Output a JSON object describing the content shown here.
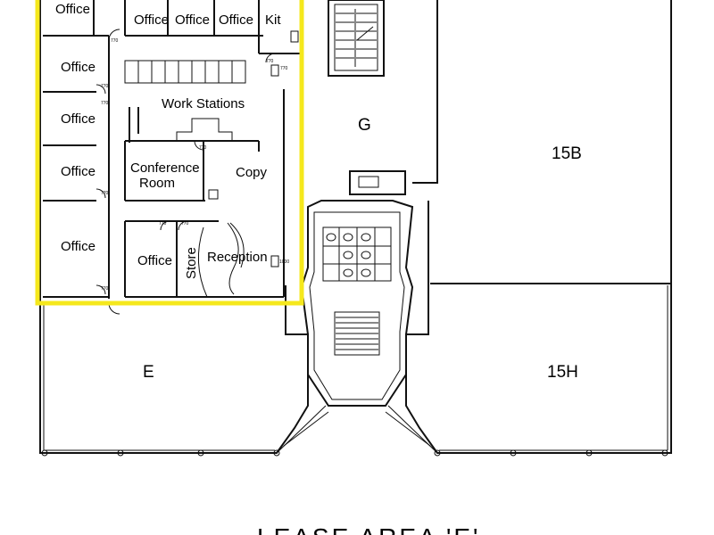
{
  "plan": {
    "rooms": {
      "office_tl": "Office",
      "office_1": "Office",
      "office_2": "Office",
      "office_3": "Office",
      "kit": "Kit",
      "office_l1": "Office",
      "office_l2": "Office",
      "office_l3": "Office",
      "office_l4": "Office",
      "work_stations": "Work Stations",
      "conference_1": "Conference",
      "conference_2": "Room",
      "copy": "Copy",
      "office_bottom": "Office",
      "store": "Store",
      "reception": "Reception"
    },
    "areas": {
      "g": "G",
      "b15": "15B",
      "e": "E",
      "h15": "15H"
    },
    "door_tags": [
      "770",
      "770",
      "770",
      "770",
      "770",
      "770",
      "770",
      "770",
      "770",
      "770",
      "1000"
    ],
    "title": "LEASE AREA 'E'"
  },
  "colors": {
    "highlight": "#f5e81c",
    "line": "#111111"
  }
}
